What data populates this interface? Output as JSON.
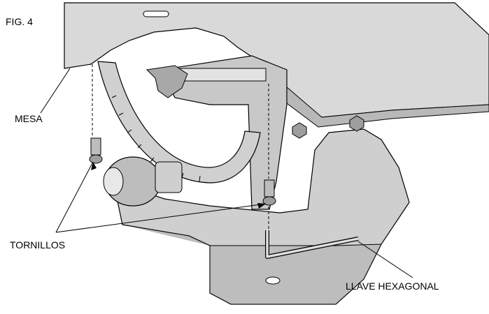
{
  "figure": {
    "label": "FIG. 4"
  },
  "labels": {
    "table": "MESA",
    "screws": "TORNILLOS",
    "hex_wrench": "LLAVE HEXAGONAL"
  },
  "colors": {
    "line": "#000000",
    "fill_light": "#d9d9d9",
    "fill_mid": "#c4c4c4",
    "fill_dark": "#9a9a9a",
    "background": "#ffffff"
  }
}
